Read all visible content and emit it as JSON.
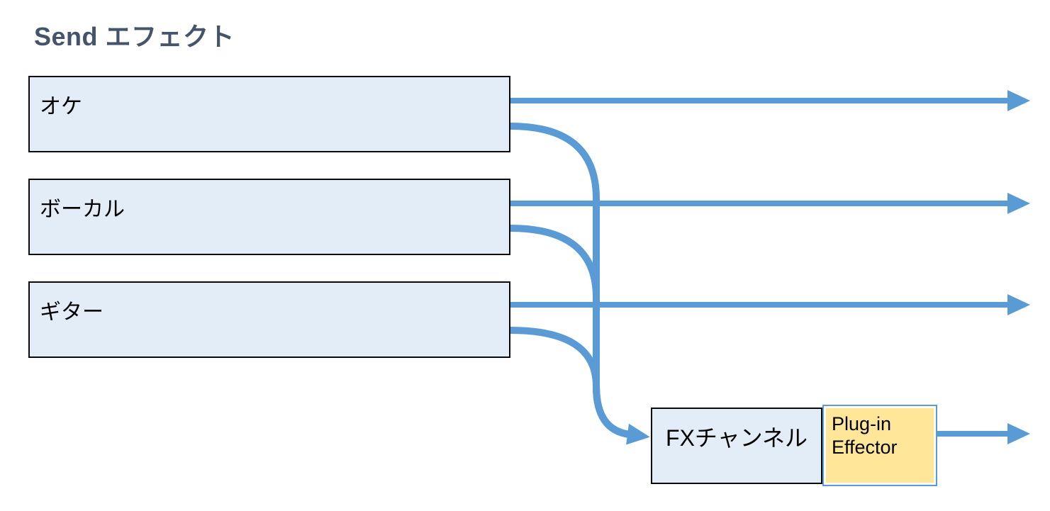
{
  "title": "Send エフェクト",
  "channels": [
    {
      "label": "オケ"
    },
    {
      "label": "ボーカル"
    },
    {
      "label": "ギター"
    }
  ],
  "fx_channel": {
    "label": "FXチャンネル"
  },
  "plugin_effector": {
    "label": "Plug-in Effector"
  },
  "colors": {
    "arrow": "#5B9BD5",
    "channel_box_fill": "#E3EDF8",
    "channel_box_border": "#000000",
    "fx_box_fill": "#E3EDF8",
    "fx_box_border": "#000000",
    "plugin_box_fill": "#FFE699",
    "plugin_box_border": "#5B9BD5",
    "title_text": "#44546A",
    "background": "#FFFFFF"
  }
}
